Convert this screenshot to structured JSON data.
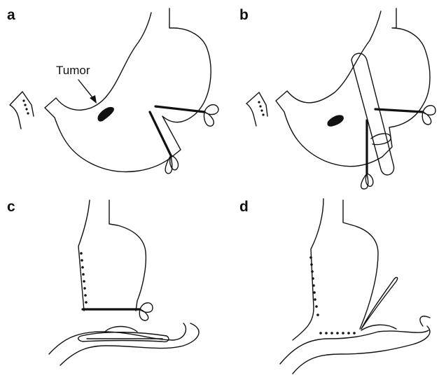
{
  "panels": [
    {
      "id": "a",
      "label": "a"
    },
    {
      "id": "b",
      "label": "b"
    },
    {
      "id": "c",
      "label": "c"
    },
    {
      "id": "d",
      "label": "d"
    }
  ],
  "annotations": {
    "tumor_label": "Tumor"
  },
  "colors": {
    "line": "#111111",
    "background": "#ffffff"
  }
}
